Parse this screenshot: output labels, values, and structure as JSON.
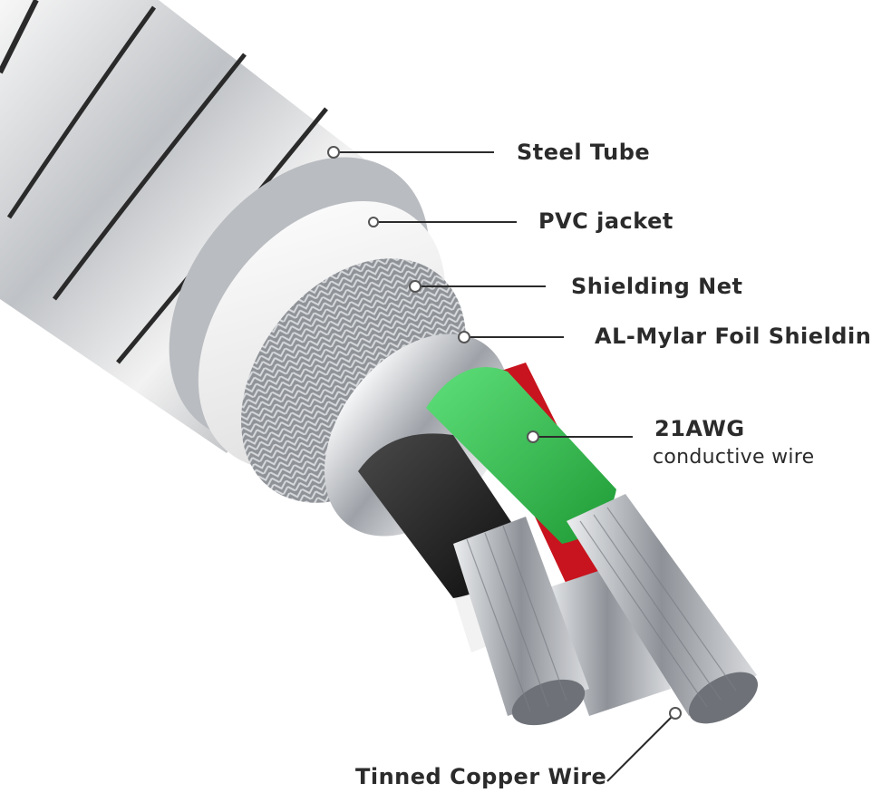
{
  "labels": {
    "steel_tube": "Steel Tube",
    "pvc_jacket": "PVC jacket",
    "shielding_net": "Shielding Net",
    "foil": "AL-Mylar Foil Shielding",
    "awg": "21AWG",
    "awg_sub": "conductive wire",
    "copper": "Tinned Copper Wire"
  },
  "colors": {
    "steel": "#c9ccd0",
    "pvc": "#f4f4f4",
    "braid": "#9a9da2",
    "foil": "#d8dbe0",
    "wire_green": "#36c24f",
    "wire_black": "#1e1e1e",
    "wire_red": "#c8141e",
    "wire_white": "#f2f2f2",
    "copper": "#b8bcc2",
    "leader": "#2b2b2b"
  }
}
